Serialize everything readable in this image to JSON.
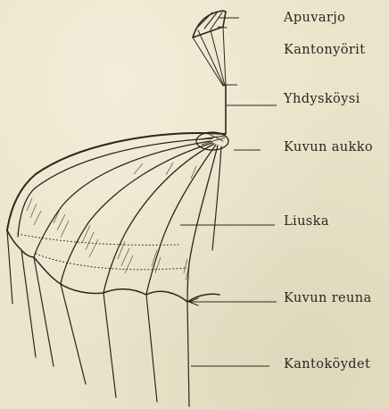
{
  "labels": {
    "pilot_chute": "Apuvarjo",
    "pilot_lines": "Kantonyörit",
    "bridle": "Yhdysköysi",
    "apex_vent": "Kuvun aukko",
    "gore": "Liuska",
    "canopy_edge": "Kuvun reuna",
    "suspension_lines": "Kantoköydet"
  },
  "colors": {
    "paper": "#ebe4ca",
    "ink": "#2c2620"
  }
}
